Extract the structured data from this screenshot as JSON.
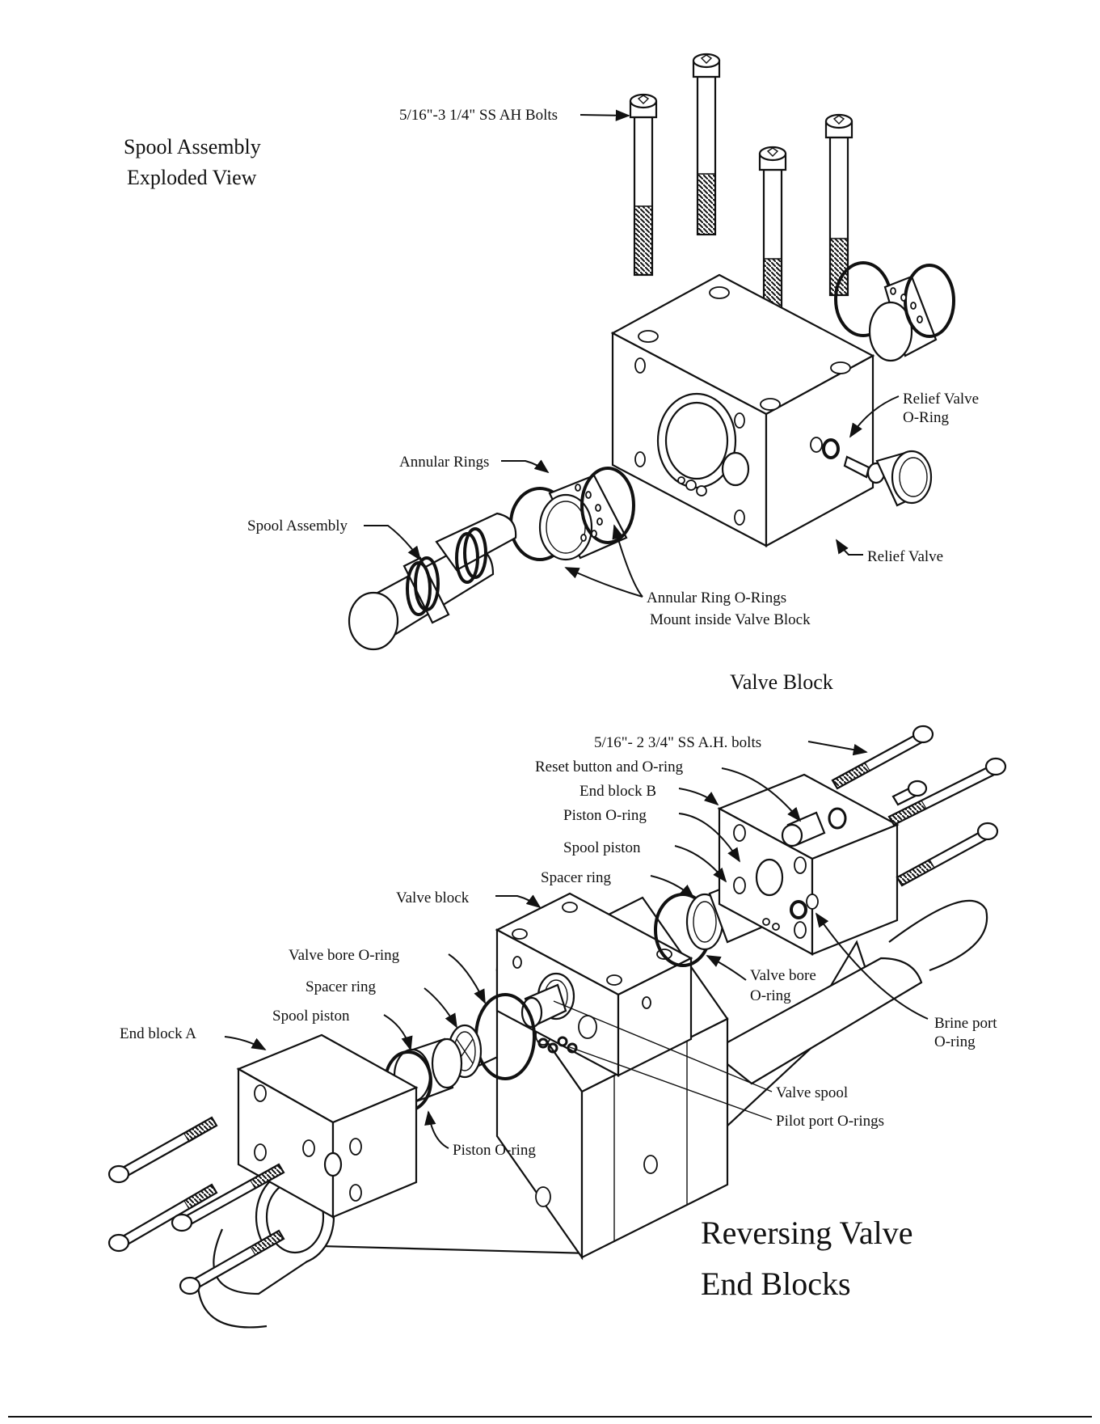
{
  "titles": {
    "spool_exploded_line1": "Spool Assembly",
    "spool_exploded_line2": "Exploded View",
    "valve_block": "Valve Block",
    "reversing_line1": "Reversing Valve",
    "reversing_line2": "End Blocks"
  },
  "labels_top": {
    "ah_bolts": "5/16\"-3 1/4\" SS AH Bolts",
    "relief_oring_1": "Relief Valve",
    "relief_oring_2": "O-Ring",
    "annular_rings": "Annular Rings",
    "spool_assembly": "Spool Assembly",
    "relief_valve": "Relief Valve",
    "annular_orings_1": "Annular Ring O-Rings",
    "annular_orings_2": "Mount inside Valve Block"
  },
  "labels_bottom": {
    "ah_bolts": "5/16\"- 2 3/4\" SS A.H. bolts",
    "reset_button": "Reset button and O-ring",
    "end_block_b": "End block B",
    "piston_oring_b": "Piston O-ring",
    "spool_piston_b": "Spool piston",
    "spacer_ring_b": "Spacer ring",
    "valve_block": "Valve block",
    "valve_bore_oring_a": "Valve bore O-ring",
    "spacer_ring_a": "Spacer ring",
    "spool_piston_a": "Spool piston",
    "end_block_a": "End block A",
    "valve_bore_oring_b_1": "Valve bore",
    "valve_bore_oring_b_2": "O-ring",
    "brine_port_1": "Brine port",
    "brine_port_2": "O-ring",
    "valve_spool": "Valve spool",
    "pilot_port_orings": "Pilot port O-rings",
    "piston_oring_a": "Piston O-ring"
  }
}
